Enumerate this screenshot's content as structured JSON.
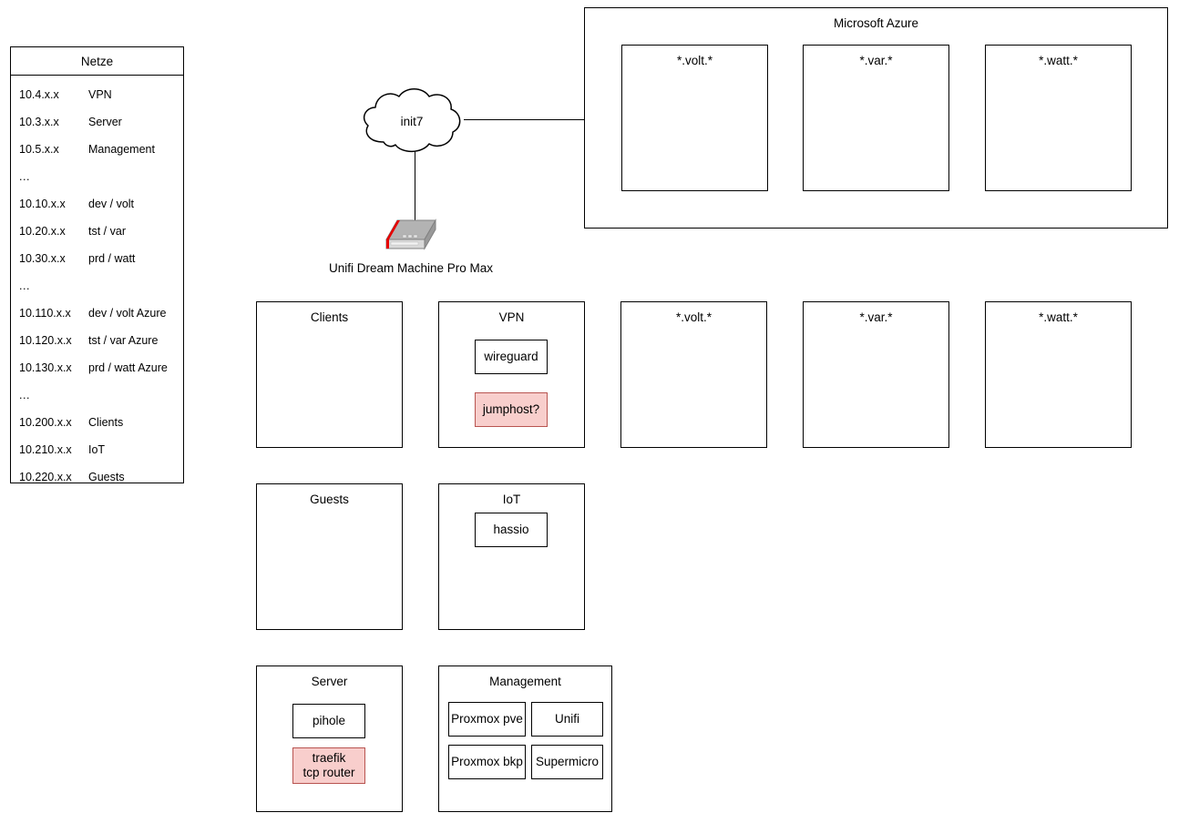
{
  "netze_table": {
    "header": "Netze",
    "rows": [
      {
        "cidr": "10.4.x.x",
        "label": "VPN"
      },
      {
        "cidr": "10.3.x.x",
        "label": "Server"
      },
      {
        "cidr": "10.5.x.x",
        "label": "Management"
      },
      {
        "cidr": "...",
        "label": ""
      },
      {
        "cidr": "10.10.x.x",
        "label": "dev / volt"
      },
      {
        "cidr": "10.20.x.x",
        "label": "tst / var"
      },
      {
        "cidr": "10.30.x.x",
        "label": "prd / watt"
      },
      {
        "cidr": "...",
        "label": ""
      },
      {
        "cidr": "10.110.x.x",
        "label": "dev / volt Azure"
      },
      {
        "cidr": "10.120.x.x",
        "label": "tst / var Azure"
      },
      {
        "cidr": "10.130.x.x",
        "label": "prd / watt Azure"
      },
      {
        "cidr": "...",
        "label": ""
      },
      {
        "cidr": "10.200.x.x",
        "label": "Clients"
      },
      {
        "cidr": "10.210.x.x",
        "label": "IoT"
      },
      {
        "cidr": "10.220.x.x",
        "label": "Guests"
      }
    ]
  },
  "internet": {
    "cloud_label": "init7"
  },
  "router": {
    "label": "Unifi Dream Machine Pro Max"
  },
  "azure": {
    "title": "Microsoft Azure",
    "zones": [
      {
        "title": "*.volt.*"
      },
      {
        "title": "*.var.*"
      },
      {
        "title": "*.watt.*"
      }
    ]
  },
  "local_zones": {
    "clients": {
      "title": "Clients",
      "nodes": []
    },
    "vpn": {
      "title": "VPN",
      "nodes": [
        {
          "label": "wireguard",
          "accent": false
        },
        {
          "label": "jumphost?",
          "accent": true
        }
      ]
    },
    "volt": {
      "title": "*.volt.*",
      "nodes": []
    },
    "var": {
      "title": "*.var.*",
      "nodes": []
    },
    "watt": {
      "title": "*.watt.*",
      "nodes": []
    },
    "guests": {
      "title": "Guests",
      "nodes": []
    },
    "iot": {
      "title": "IoT",
      "nodes": [
        {
          "label": "hassio",
          "accent": false
        }
      ]
    },
    "server": {
      "title": "Server",
      "nodes": [
        {
          "label": "pihole",
          "accent": false
        },
        {
          "label": "traefik\ntcp router",
          "accent": true
        }
      ]
    },
    "management": {
      "title": "Management",
      "cells": [
        {
          "label": "Proxmox pve"
        },
        {
          "label": "Unifi"
        },
        {
          "label": "Proxmox bkp"
        },
        {
          "label": "Supermicro"
        }
      ]
    }
  },
  "colors": {
    "stroke": "#000000",
    "background": "#ffffff",
    "accent_fill": "#f8cecc",
    "accent_stroke": "#b85450",
    "router_top": "#b3b3b3",
    "router_front": "#d9d9d9",
    "router_stripe": "#e60000"
  }
}
